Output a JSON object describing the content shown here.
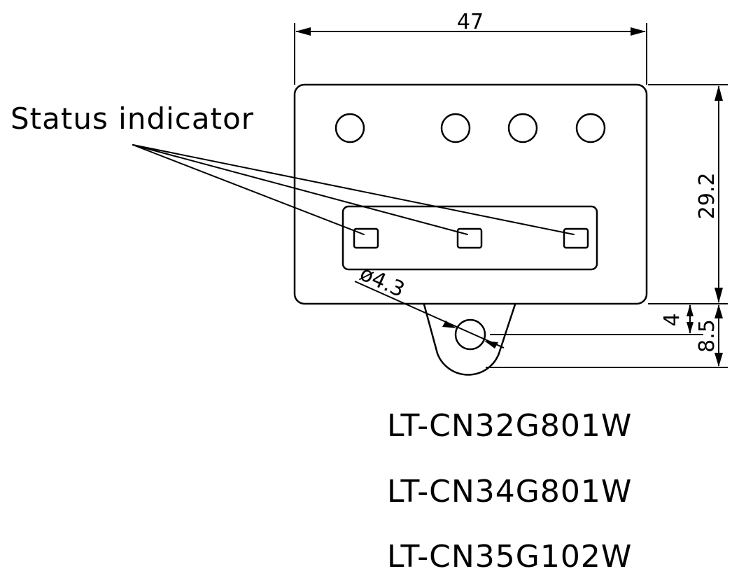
{
  "dimensions": {
    "width": "47",
    "height": "29.2",
    "tab_offset": "4",
    "tab_total": "8.5",
    "hole_diameter": "ø4.3"
  },
  "label": {
    "status_indicator": "Status indicator"
  },
  "models": [
    "LT-CN32G801W",
    "LT-CN34G801W",
    "LT-CN35G102W"
  ],
  "led_count": 4,
  "status_indicator_count": 3
}
